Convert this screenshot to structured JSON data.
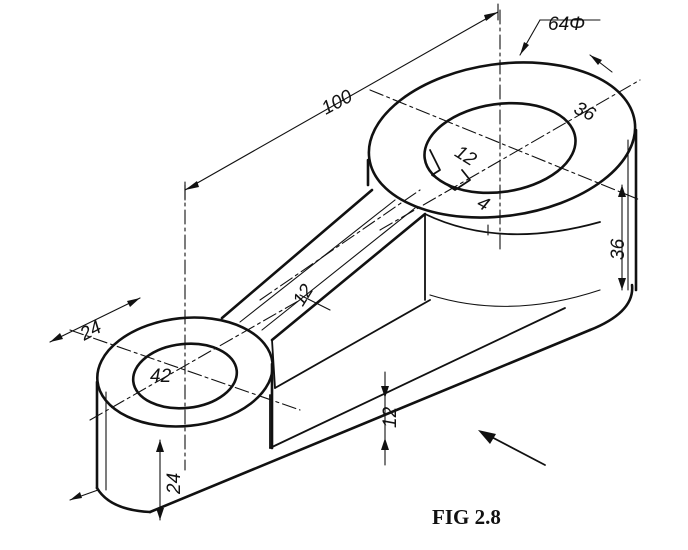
{
  "figure": {
    "caption": "FIG 2.8",
    "dimensions": {
      "center_distance": "100",
      "large_boss_diameter": "64Φ",
      "large_bore": "36",
      "keyway_width": "12",
      "keyway_depth": "4",
      "large_boss_height": "36",
      "arm_web": "12",
      "base_thickness": "12",
      "small_boss_radius": "24",
      "small_bore": "42",
      "small_boss_height": "24"
    }
  }
}
